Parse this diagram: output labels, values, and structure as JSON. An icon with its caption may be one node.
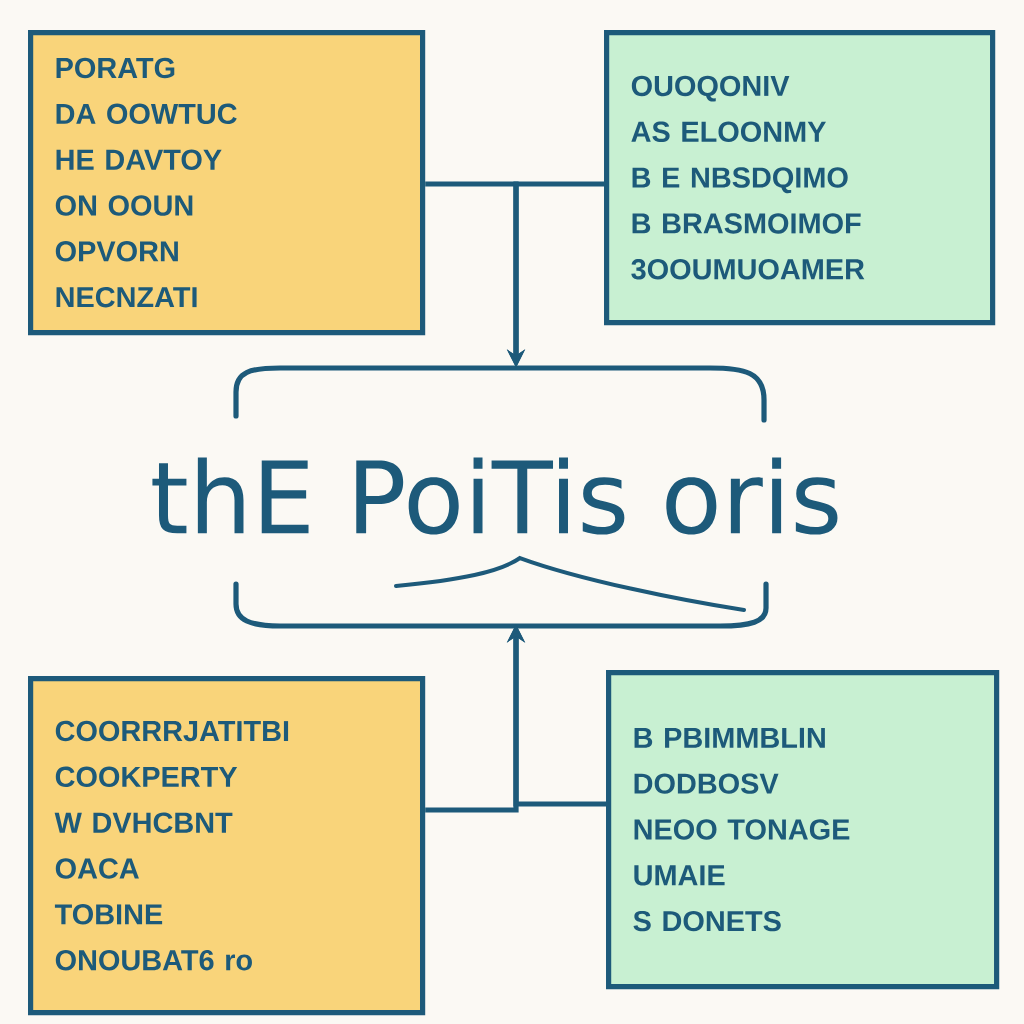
{
  "diagram": {
    "nodes": [
      {
        "text": [
          "PORATG",
          "DA OOWTUC",
          "HE DAVTOY",
          "ON OOUN",
          "OPVORN",
          "NECNZATI"
        ]
      },
      {
        "text": [
          "OUOQONIV",
          "AS ELOONMY",
          "B E NBSDQIMO",
          "B BRASMOIMOF",
          "3OOUMUOAMER"
        ]
      },
      {
        "text": [
          "thE PoiTis oris"
        ]
      },
      {
        "text": [
          "COORRRJATITBI",
          "COOKPERTY",
          "W DVHCBNT",
          "OACA",
          "TOBINE",
          "ONOUBAT6 ro"
        ]
      },
      {
        "text": [
          "B PBIMMBLIN",
          "DODBOSV",
          "NEOO TONAGE",
          "UMAIE",
          "S DONETS"
        ]
      }
    ],
    "edges": [
      {
        "from": 0,
        "to": 2,
        "arrow": "to"
      },
      {
        "from": 1,
        "to": 2,
        "arrow": "to"
      },
      {
        "from": 3,
        "to": 2,
        "arrow": "to"
      },
      {
        "from": 4,
        "to": 2,
        "arrow": "to"
      }
    ]
  }
}
